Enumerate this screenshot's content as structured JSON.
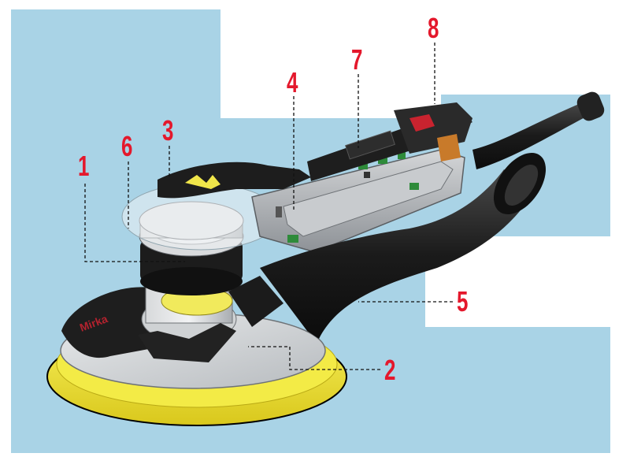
{
  "diagram": {
    "colors": {
      "background_panel": "#a9d3e6",
      "callout_red": "#e4182c",
      "pad_yellow": "#f2e83a",
      "body_black": "#1c1c1c",
      "body_grey": "#b9bcbf"
    },
    "callouts": [
      {
        "id": "1",
        "label": "1"
      },
      {
        "id": "2",
        "label": "2"
      },
      {
        "id": "3",
        "label": "3"
      },
      {
        "id": "4",
        "label": "4"
      },
      {
        "id": "5",
        "label": "5"
      },
      {
        "id": "6",
        "label": "6"
      },
      {
        "id": "7",
        "label": "7"
      },
      {
        "id": "8",
        "label": "8"
      }
    ]
  }
}
